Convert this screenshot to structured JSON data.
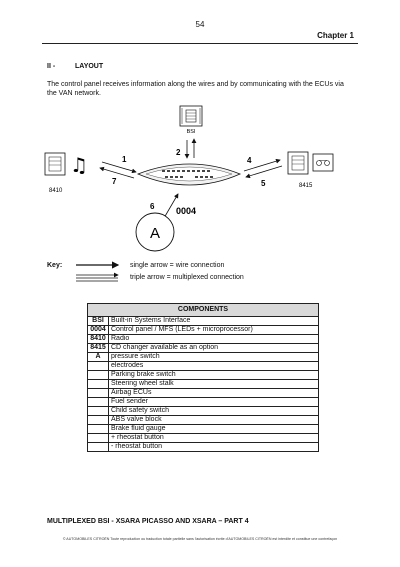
{
  "page": {
    "number": "54",
    "chapter": "Chapter 1"
  },
  "section": {
    "number": "II -",
    "title": "LAYOUT",
    "intro": "The control panel receives information along the wires and by communicating with the ECUs via the VAN network."
  },
  "diagram": {
    "bsi_label": "BSI",
    "left_unit_label": "8410",
    "right_unit_label": "8415",
    "panel_label": "0004",
    "sensor_label": "A",
    "arrow_numbers": [
      "1",
      "2",
      "4",
      "5",
      "6",
      "7"
    ]
  },
  "key": {
    "label": "Key:",
    "single_arrow": "single arrow = wire connection",
    "triple_arrow": "triple arrow = multiplexed connection"
  },
  "components": {
    "header": "COMPONENTS",
    "rows": [
      {
        "code": "BSI",
        "desc": "Built-in Systems Interface"
      },
      {
        "code": "0004",
        "desc": "Control panel / MFS (LEDs + microprocessor)"
      },
      {
        "code": "8410",
        "desc": "Radio"
      },
      {
        "code": "8415",
        "desc": "CD changer available as an option"
      },
      {
        "code": "A",
        "desc": "pressure switch"
      },
      {
        "code": "",
        "desc": "electrodes"
      },
      {
        "code": "",
        "desc": "Parking brake switch"
      },
      {
        "code": "",
        "desc": "Steering wheel stalk"
      },
      {
        "code": "",
        "desc": "Airbag ECUs"
      },
      {
        "code": "",
        "desc": "Fuel sender"
      },
      {
        "code": "",
        "desc": "Child safety switch"
      },
      {
        "code": "",
        "desc": "ABS valve block"
      },
      {
        "code": "",
        "desc": "Brake fluid gauge"
      },
      {
        "code": "",
        "desc": "+ rheostat button"
      },
      {
        "code": "",
        "desc": "- rheostat button"
      }
    ]
  },
  "footer": {
    "title": "MULTIPLEXED BSI - XSARA PICASSO AND XSARA – PART 4",
    "copyright": "© AUTOMOBILES CITROËN Toute reproduction ou traduction totale partielle sans l'autorisation écrite d'AUTOMOBILES CITROËN est interdite et constitue une contrefaçon"
  }
}
